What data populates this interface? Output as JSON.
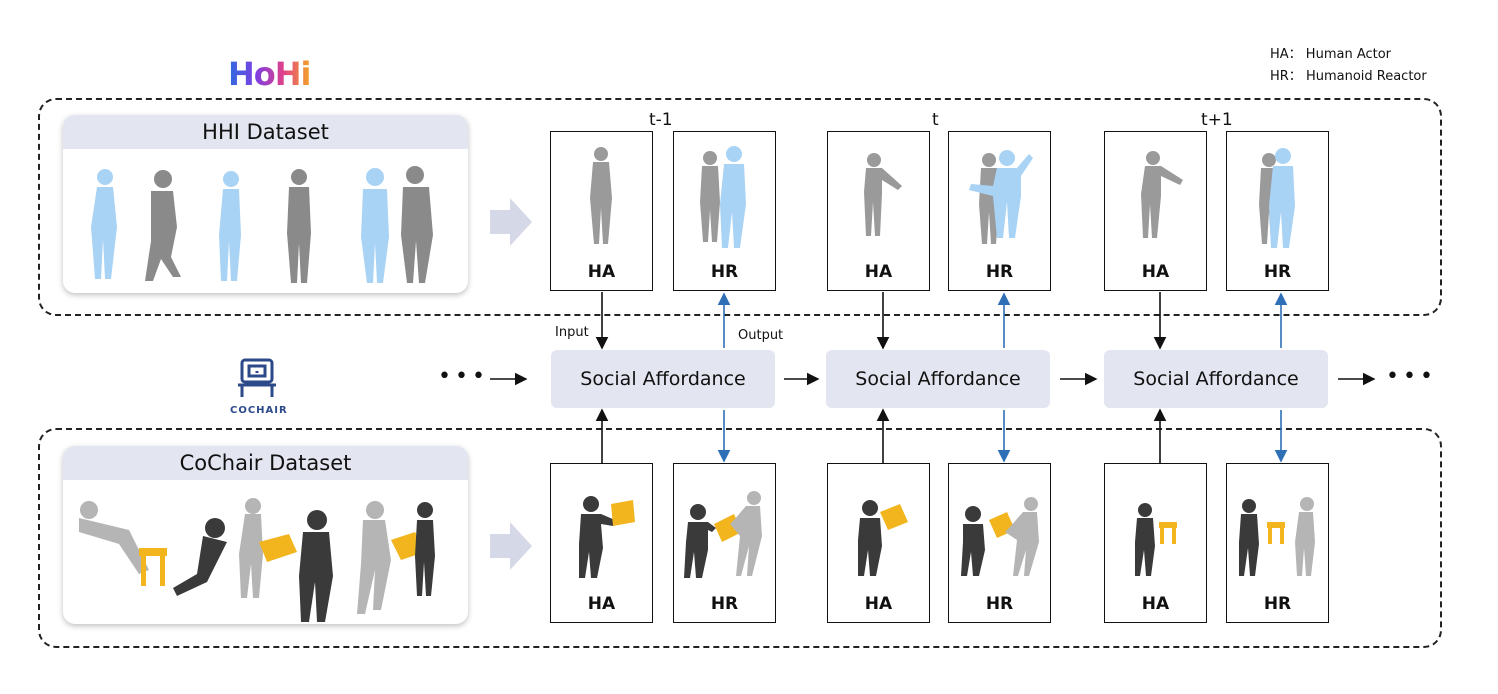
{
  "legend": {
    "ha": "HA： Human Actor",
    "hr": "HR： Humanoid Reactor"
  },
  "logos": {
    "holi": "HoHi",
    "cochair": "COCHAIR"
  },
  "datasets": {
    "hhi": "HHI Dataset",
    "cochair": "CoChair Dataset"
  },
  "time_steps": [
    "t-1",
    "t",
    "t+1"
  ],
  "frame_labels": {
    "actor": "HA",
    "reactor": "HR"
  },
  "social_affordance": "Social Affordance",
  "io": {
    "input": "Input",
    "output": "Output"
  },
  "ellipsis": "•••",
  "colors": {
    "reactor_blue": "#a9d3f5",
    "actor_gray": "#9a9a9a",
    "dark_gray": "#3a3a3a",
    "chair_yellow": "#f2b51d",
    "output_arrow_blue": "#2f6fb6",
    "box_fill": "#e3e5f0"
  }
}
